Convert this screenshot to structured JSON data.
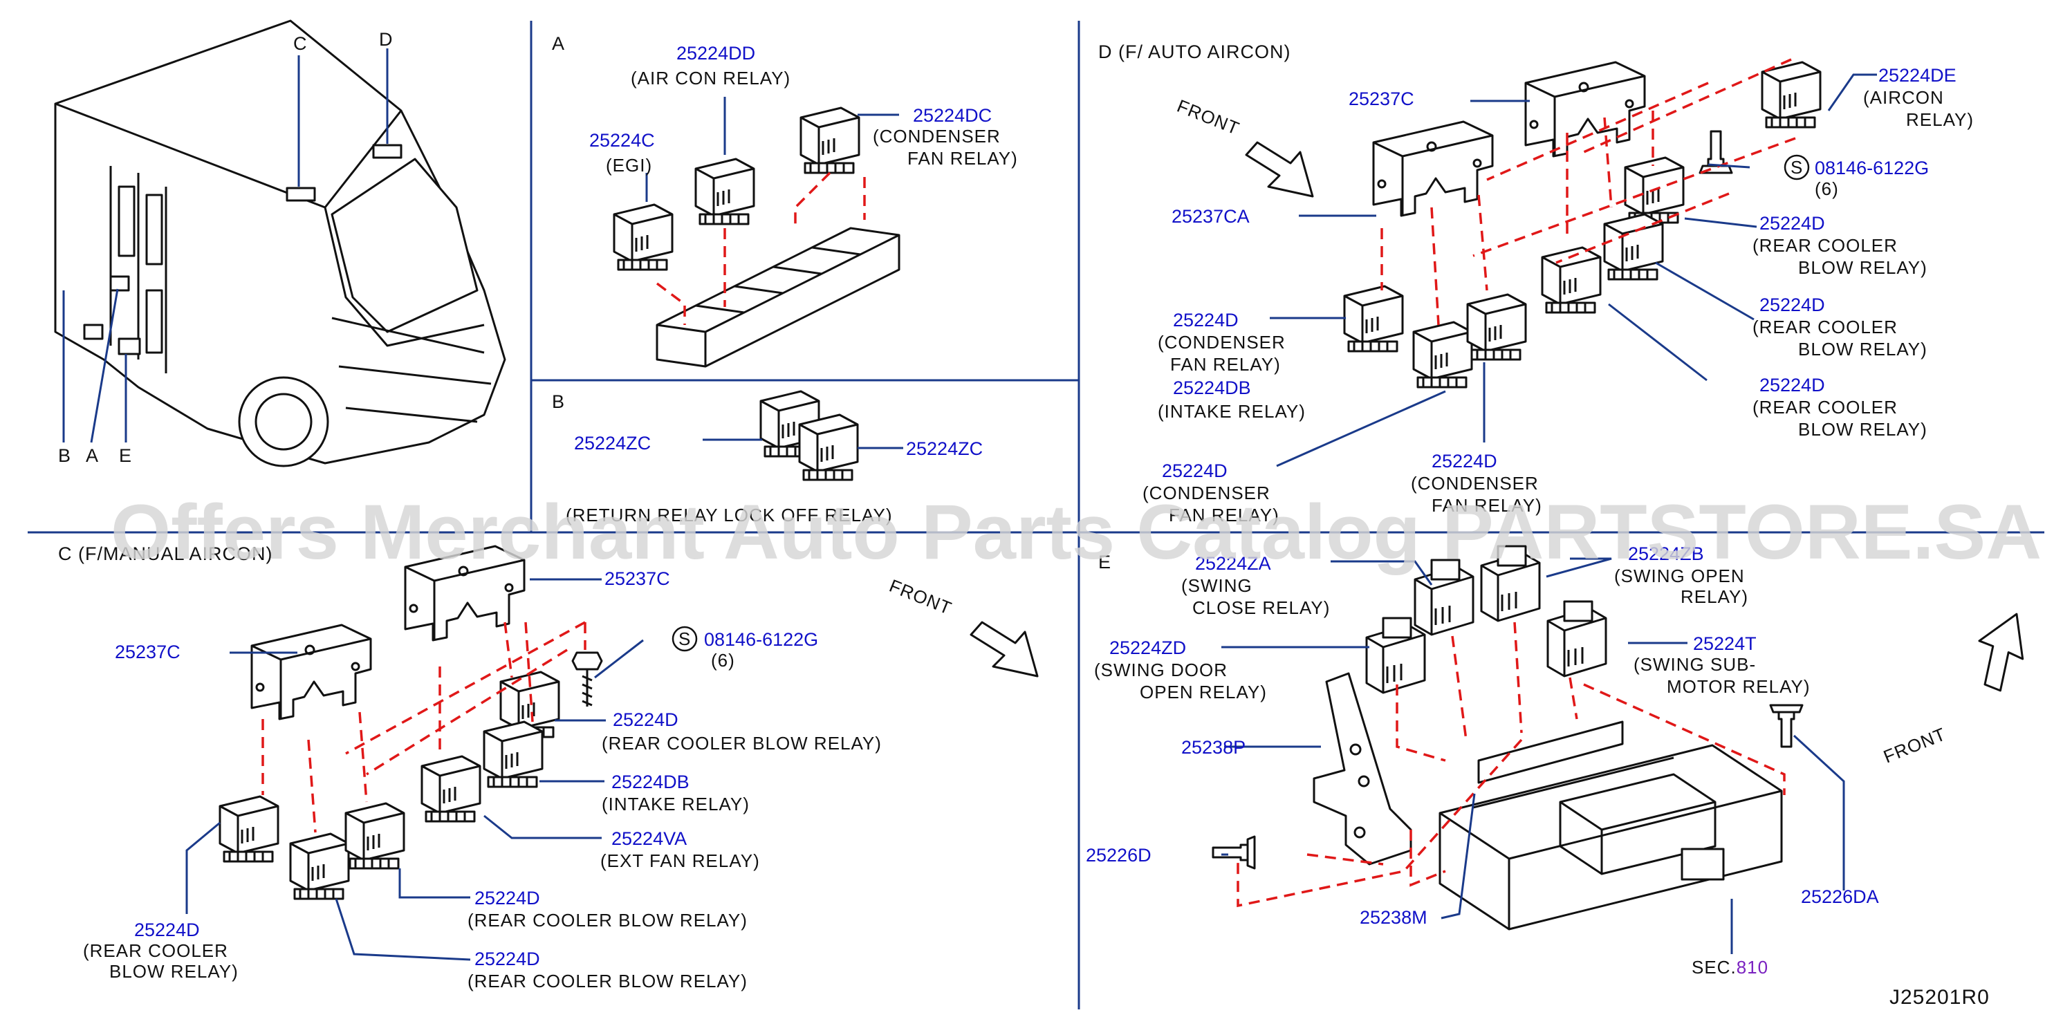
{
  "sections": {
    "overview_letters": [
      "C",
      "D",
      "B",
      "A",
      "E"
    ],
    "A": {
      "letter": "A"
    },
    "B": {
      "letter": "B",
      "caption": "(RETURN RELAY LOCK OFF RELAY)"
    },
    "C": {
      "title": "C (F/MANUAL AIRCON)"
    },
    "D": {
      "title": "D (F/ AUTO AIRCON)"
    },
    "E": {
      "letter": "E"
    }
  },
  "front_label": "FRONT",
  "callouts": {
    "a_ac_pn": "25224DD",
    "a_ac_d1": "(AIR CON RELAY)",
    "a_cond_pn": "25224DC",
    "a_cond_d1": "(CONDENSER",
    "a_cond_d2": "FAN RELAY)",
    "a_egi_pn": "25224C",
    "a_egi_d1": "(EGI)",
    "b_left_pn": "25224ZC",
    "b_right_pn": "25224ZC",
    "c_bracket1_pn": "25237C",
    "c_bracket2_pn": "25237C",
    "c_bolt_s": "S",
    "c_bolt_pn": "08146-6122G",
    "c_bolt_qty": "(6)",
    "c_rcb1_pn": "25224D",
    "c_rcb1_d1": "(REAR COOLER BLOW RELAY)",
    "c_int_pn": "25224DB",
    "c_int_d1": "(INTAKE RELAY)",
    "c_ext_pn": "25224VA",
    "c_ext_d1": "(EXT FAN RELAY)",
    "c_rcb2_pn": "25224D",
    "c_rcb2_d1": "(REAR COOLER BLOW RELAY)",
    "c_rcb3_pn": "25224D",
    "c_rcb3_d1": "(REAR COOLER BLOW RELAY)",
    "c_rcb4_pn": "25224D",
    "c_rcb4_d1": "(REAR COOLER",
    "c_rcb4_d2": "BLOW RELAY)",
    "d_bracket1_pn": "25237C",
    "d_bracket2_pn": "25237CA",
    "d_aircon_pn": "25224DE",
    "d_aircon_d1": "(AIRCON",
    "d_aircon_d2": "RELAY)",
    "d_bolt_s": "S",
    "d_bolt_pn": "08146-6122G",
    "d_bolt_qty": "(6)",
    "d_rcb1_pn": "25224D",
    "d_rcb1_d1": "(REAR COOLER",
    "d_rcb1_d2": "BLOW RELAY)",
    "d_rcb2_pn": "25224D",
    "d_rcb2_d1": "(REAR COOLER",
    "d_rcb2_d2": "BLOW RELAY)",
    "d_rcb3_pn": "25224D",
    "d_rcb3_d1": "(REAR COOLER",
    "d_rcb3_d2": "BLOW RELAY)",
    "d_cond1_pn": "25224D",
    "d_cond1_d1": "(CONDENSER",
    "d_cond1_d2": "FAN RELAY)",
    "d_int_pn": "25224DB",
    "d_int_d1": "(INTAKE RELAY)",
    "d_cond2_pn": "25224D",
    "d_cond2_d1": "(CONDENSER",
    "d_cond2_d2": "FAN RELAY)",
    "d_cond3_pn": "25224D",
    "d_cond3_d1": "(CONDENSER",
    "d_cond3_d2": "FAN RELAY)",
    "e_sc_pn": "25224ZA",
    "e_sc_d1": "(SWING",
    "e_sc_d2": "CLOSE RELAY)",
    "e_so_pn": "25224ZB",
    "e_so_d1": "(SWING OPEN",
    "e_so_d2": "RELAY)",
    "e_sdo_pn": "25224ZD",
    "e_sdo_d1": "(SWING DOOR",
    "e_sdo_d2": "OPEN RELAY)",
    "e_ssm_pn": "25224T",
    "e_ssm_d1": "(SWING SUB-",
    "e_ssm_d2": "MOTOR RELAY)",
    "e_brk_pn": "25238P",
    "e_bolt_pn": "25226D",
    "e_box_pn": "25238M",
    "e_bolt2_pn": "25226DA",
    "e_sec_prefix": "SEC.",
    "e_sec_num": "810"
  },
  "watermark": "Offers Merchant Auto Parts Catalog PARTSTORE.SA",
  "diagram_code": "J25201R0",
  "colors": {
    "part_number": "#1010c8",
    "leader": "#1a3a8a",
    "dashed": "#e01818",
    "section_ref": "#7a22c0"
  }
}
